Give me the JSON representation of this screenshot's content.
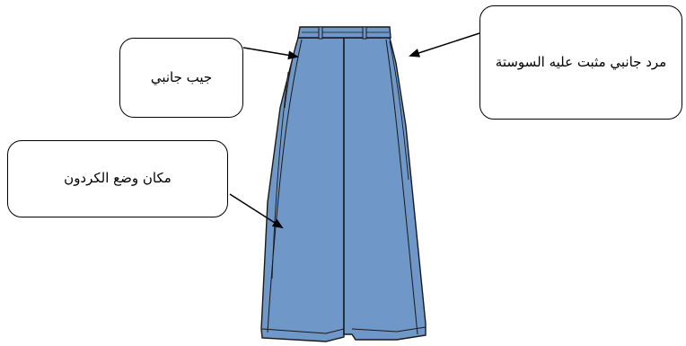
{
  "colors": {
    "fabric": "#6f97c8",
    "outline": "#1a1a1a",
    "callout_border": "#000000",
    "background": "#ffffff"
  },
  "labels": {
    "side_pocket": "جيب جانبي",
    "side_zipper": "مرد جانبي مثبت عليه السوستة",
    "drawstring_place": "مكان وضع الكردون"
  }
}
